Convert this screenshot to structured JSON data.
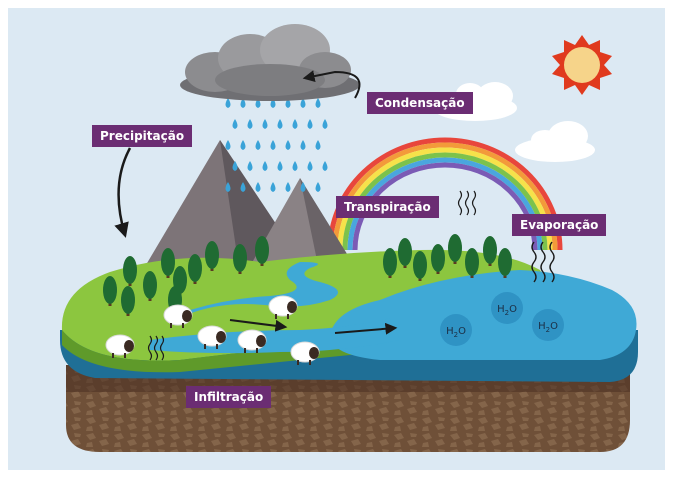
{
  "labels": {
    "condensacao": "Condensação",
    "precipitacao": "Precipitação",
    "transpiracao": "Transpiração",
    "evaporacao": "Evaporação",
    "infiltracao": "Infiltração"
  },
  "water_molecule": {
    "base": "H",
    "sub": "2",
    "tail": "O"
  },
  "colors": {
    "background": "#dce9f3",
    "label_bg": "#6b2d73",
    "grass": "#8cc63f",
    "water": "#3fa9d6",
    "soil": "#6b4a32",
    "sun": "#e03a1e",
    "cloud_dark": "#8c8c8f"
  },
  "icons": [
    "sun-icon",
    "rain-cloud-icon",
    "cloud-icon",
    "rainbow-icon",
    "mountain-icon",
    "tree-icon",
    "sheep-icon",
    "wavy-arrows-icon",
    "curved-arrow-icon"
  ]
}
